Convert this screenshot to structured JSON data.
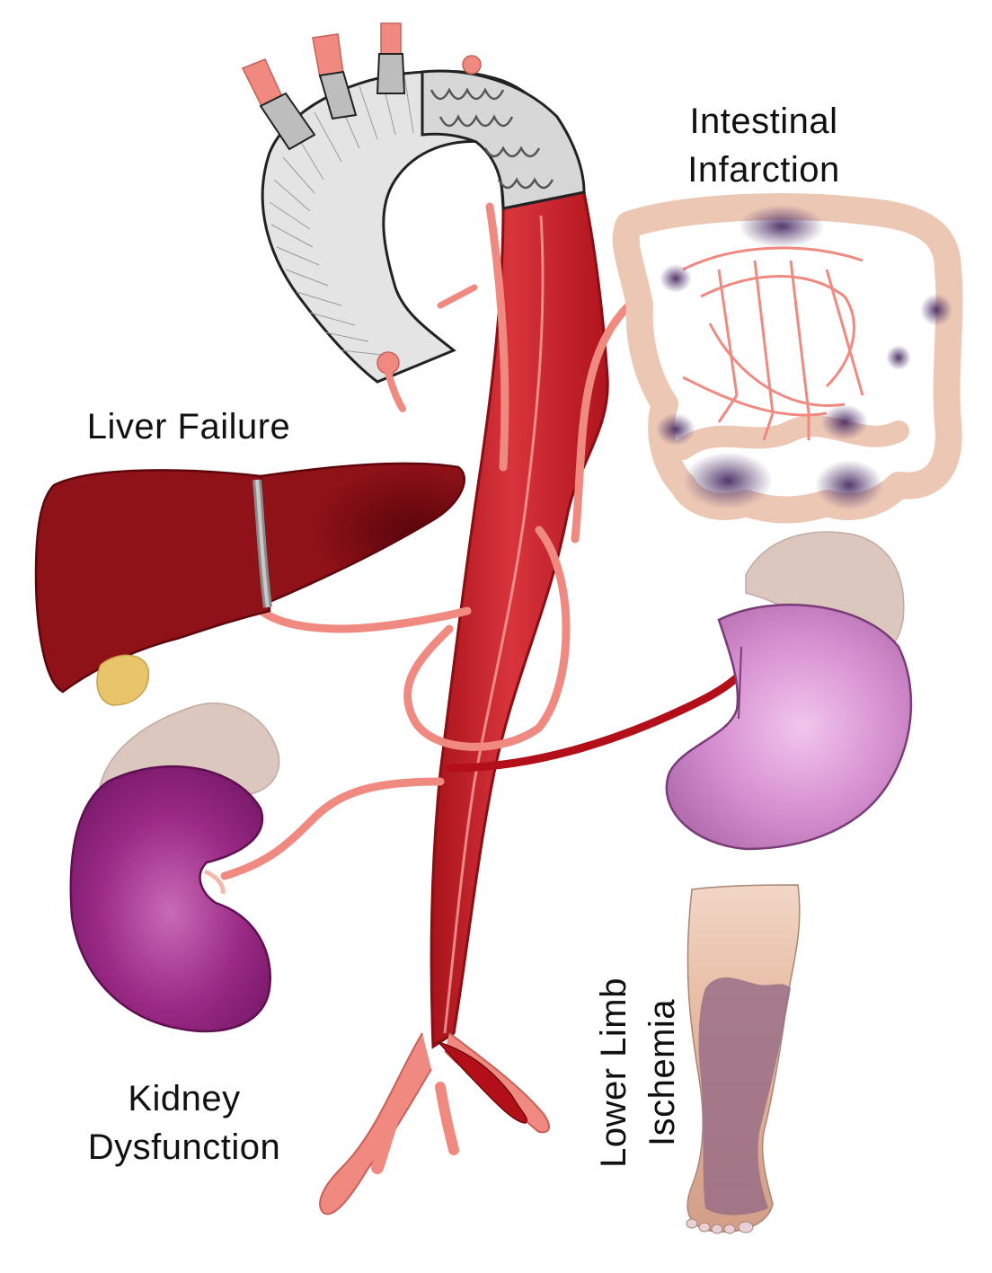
{
  "labels": {
    "intestinal": [
      "Intestinal",
      "Infarction"
    ],
    "liver": [
      "Liver Failure"
    ],
    "kidney": [
      "Kidney",
      "Dysfunction"
    ],
    "limb": [
      "Lower Limb",
      "Ischemia"
    ]
  },
  "colors": {
    "aorta": "#c41a22",
    "aorta_dark": "#9e0f18",
    "branch": "#f08a80",
    "graft": "#e4e4e4",
    "stent": "#d0d0d0",
    "liver": "#8f1218",
    "liver_dark": "#5e060c",
    "gallbladder": "#e8c46a",
    "kidney_left": "#9b2a86",
    "kidney_right": "#d68fd0",
    "adrenal": "#dcc7bf",
    "bowel": "#ecc7b4",
    "infarct": "#5a3c70",
    "skin": "#e6b9a0",
    "ischemic_skin": "#9a6f86"
  }
}
